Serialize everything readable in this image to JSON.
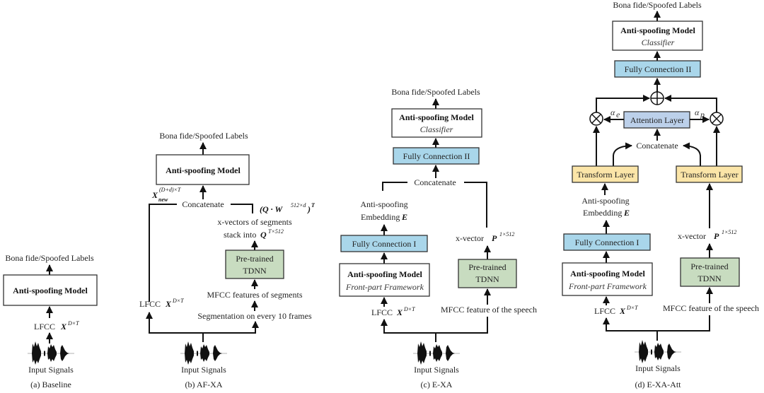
{
  "colors": {
    "white_box": "#ffffff",
    "fc_box": "#a9d6ea",
    "tdnn_box": "#c8dcc0",
    "attention_box": "#bcd0ea",
    "transform_box": "#fbe5a8",
    "line": "#111111"
  },
  "panels": {
    "a": {
      "caption": "(a)  Baseline",
      "output_label": "Bona fide/Spoofed Labels",
      "model_box": "Anti-spoofing Model",
      "feature_label": "LFCC",
      "feature_math": "X",
      "feature_sup": "D×T",
      "input_label": "Input Signals"
    },
    "b": {
      "caption": "(b) AF-XA",
      "output_label": "Bona fide/Spoofed Labels",
      "model_box": "Anti-spoofing Model",
      "concat_label": "Concatenate",
      "xnew_math": "X",
      "xnew_sub": "new",
      "xnew_sup": "(D+d)×T",
      "proj_math": "(Q · W",
      "proj_sup1": "512×d",
      "proj_close": ")",
      "proj_sup2": "T",
      "xvec_line1": "x-vectors of segments",
      "xvec_line2": "stack into",
      "xvec_math": "Q",
      "xvec_sup": "T×512",
      "tdnn_line1": "Pre-trained",
      "tdnn_line2": "TDNN",
      "mfcc_label": "MFCC features of segments",
      "seg_label": "Segmentation on every 10 frames",
      "feature_label": "LFCC",
      "feature_math": "X",
      "feature_sup": "D×T",
      "input_label": "Input Signals"
    },
    "c": {
      "caption": "(c) E-XA",
      "output_label": "Bona fide/Spoofed Labels",
      "classifier_title": "Anti-spoofing Model",
      "classifier_sub": "Classifier",
      "fc2": "Fully Connection II",
      "concat_label": "Concatenate",
      "emb_line1": "Anti-spoofing",
      "emb_line2": "Embedding",
      "emb_math": "E",
      "fc1": "Fully Connection I",
      "front_title": "Anti-spoofing Model",
      "front_sub": "Front-part Framework",
      "xvec_label": "x-vector",
      "xvec_math": "P",
      "xvec_sup": "1×512",
      "tdnn_line1": "Pre-trained",
      "tdnn_line2": "TDNN",
      "mfcc_label": "MFCC feature of the speech",
      "feature_label": "LFCC",
      "feature_math": "X",
      "feature_sup": "D×T",
      "input_label": "Input Signals"
    },
    "d": {
      "caption": "(d) E-XA-Att",
      "output_label": "Bona fide/Spoofed Labels",
      "classifier_title": "Anti-spoofing Model",
      "classifier_sub": "Classifier",
      "fc2": "Fully Connection II",
      "sum_symbol": "+",
      "mul_symbol": "×",
      "alpha_e": "α",
      "alpha_e_sub": "e",
      "alpha_p": "α",
      "alpha_p_sub": "p",
      "attention": "Attention Layer",
      "concat_label": "Concatenate",
      "transform_left": "Transform Layer",
      "transform_right": "Transform Layer",
      "emb_line1": "Anti-spoofing",
      "emb_line2": "Embedding",
      "emb_math": "E",
      "fc1": "Fully Connection I",
      "front_title": "Anti-spoofing Model",
      "front_sub": "Front-part Framework",
      "xvec_label": "x-vector",
      "xvec_math": "P",
      "xvec_sup": "1×512",
      "tdnn_line1": "Pre-trained",
      "tdnn_line2": "TDNN",
      "mfcc_label": "MFCC feature of the speech",
      "feature_label": "LFCC",
      "feature_math": "X",
      "feature_sup": "D×T",
      "input_label": "Input Signals"
    }
  }
}
